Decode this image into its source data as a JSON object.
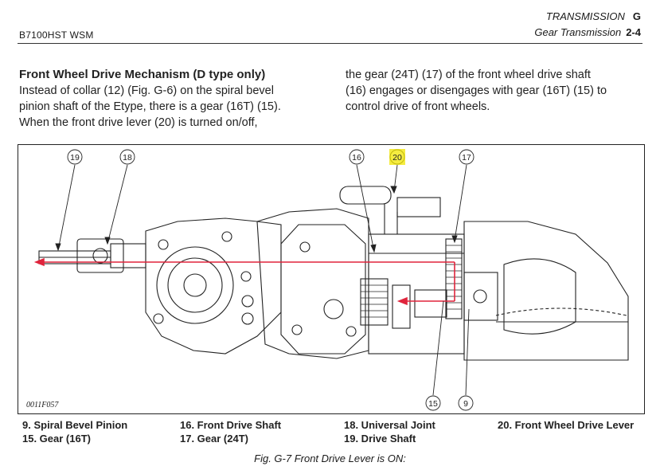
{
  "header": {
    "model": "B7100HST WSM",
    "section": "TRANSMISSION",
    "section_letter": "G",
    "subsection": "Gear Transmission",
    "page": "2-4"
  },
  "body_text": {
    "heading": "Front Wheel Drive Mechanism (D type only)",
    "col1_lines": [
      "Instead of collar (12) (Fig. G-6) on the spiral bevel",
      "pinion shaft of the Etype, there is a gear (16T) (15).",
      "When the front drive lever (20) is turned on/off,"
    ],
    "col2_lines": [
      "the gear (24T) (17) of the front wheel drive shaft",
      "(16) engages or disengages with gear (16T) (15) to",
      "control drive of front wheels."
    ]
  },
  "figure": {
    "code": "0011F057",
    "callouts": [
      "19",
      "18",
      "16",
      "20",
      "17",
      "15",
      "9"
    ],
    "highlight_color": "#f2e600",
    "arrow_color": "#e0243c"
  },
  "legend": {
    "col1": [
      "9.  Spiral Bevel Pinion",
      "15.  Gear (16T)"
    ],
    "col2": [
      "16.  Front Drive Shaft",
      "17.  Gear (24T)"
    ],
    "col3": [
      "18.  Universal Joint",
      "19.  Drive Shaft"
    ],
    "col4": [
      "20.  Front Wheel Drive Lever"
    ]
  },
  "caption": "Fig. G-7 Front Drive Lever is ON:"
}
